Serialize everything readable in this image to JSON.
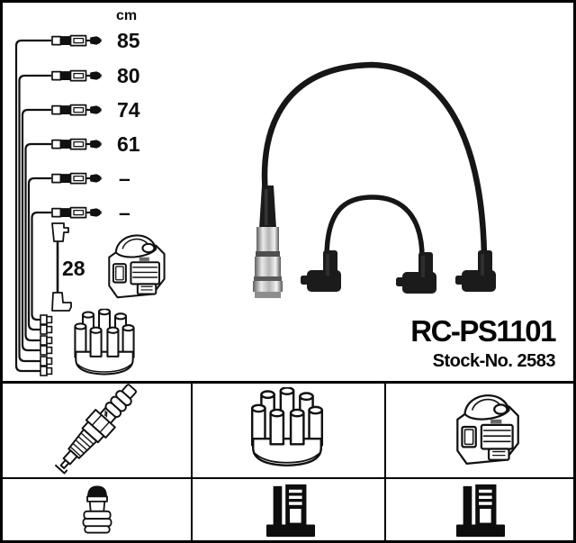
{
  "part": {
    "code": "RC-PS1101",
    "stock": "Stock-No. 2583"
  },
  "diagram": {
    "unit_label": "cm",
    "lead_lengths": [
      "85",
      "80",
      "74",
      "61",
      "–",
      "–"
    ],
    "coil_lead_length": "28",
    "line_color": "#111111",
    "icons": [
      "plug-lead-schematic",
      "coil-lead-schematic",
      "ignition-coil-drawing",
      "distributor-cap-drawing"
    ]
  },
  "photo": {
    "description_icons": [
      "long-ignition-lead",
      "short-ignition-lead",
      "metal-plug-connector",
      "angled-boot-connector"
    ],
    "boot_color": "#1b1b1b",
    "metal_color": "#9a9a9a"
  },
  "legend": {
    "row1": [
      {
        "icon": "spark-plug-icon"
      },
      {
        "icon": "distributor-cap-icon"
      },
      {
        "icon": "ignition-coil-icon"
      }
    ],
    "row2": [
      {
        "icon": "plug-terminal-nut-icon"
      },
      {
        "icon": "coil-end-connector-icon"
      },
      {
        "icon": "distributor-end-connector-icon"
      }
    ]
  }
}
